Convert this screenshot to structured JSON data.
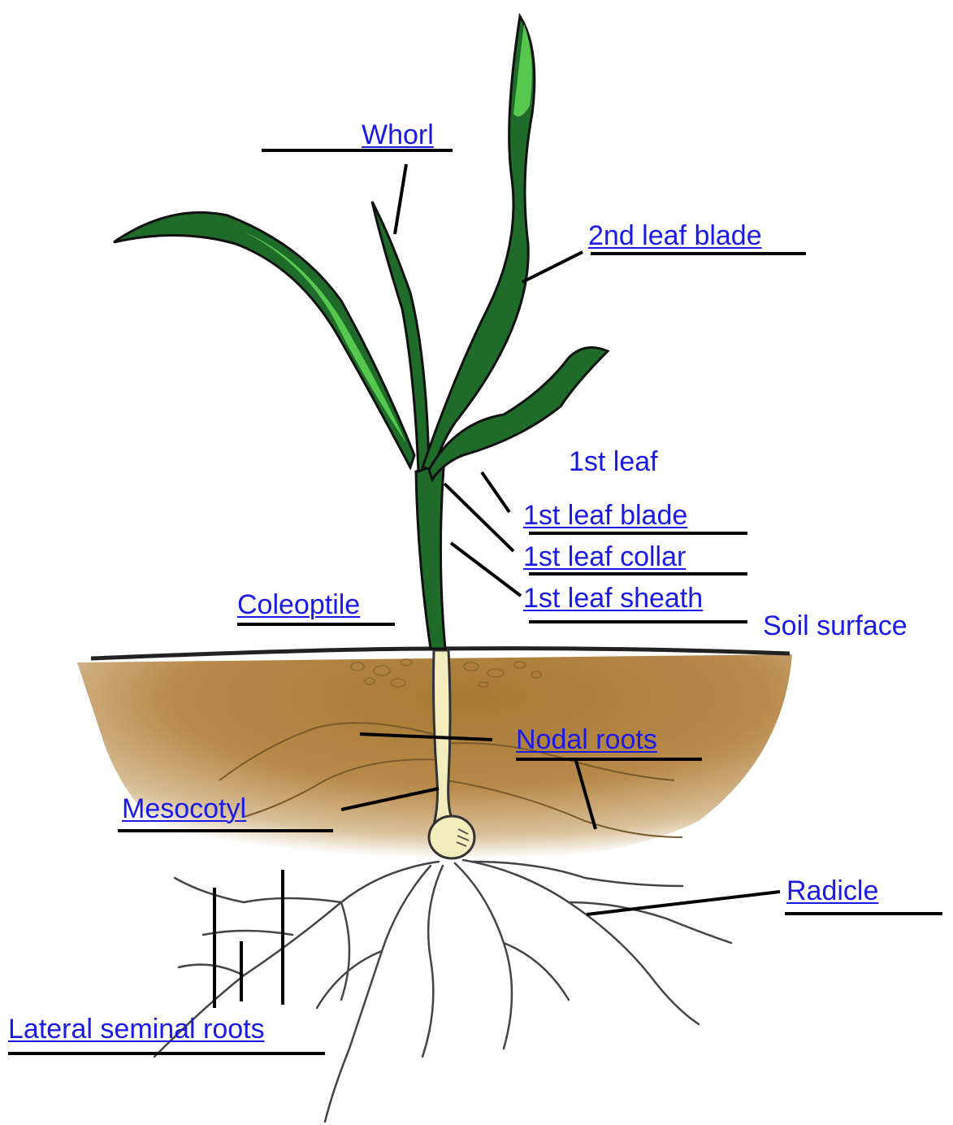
{
  "colors": {
    "label": "#1a1ae6",
    "leaf_dark": "#1f6b2a",
    "leaf_light": "#56c84e",
    "soil": "#a77a33",
    "mesocotyl": "#f3ecbd",
    "leader_line": "#000000"
  },
  "labels": {
    "whorl": "Whorl",
    "second_leaf_blade": "2nd leaf blade",
    "first_leaf": "1st leaf",
    "first_leaf_blade": "1st leaf blade",
    "first_leaf_collar": "1st leaf collar",
    "first_leaf_sheath": "1st leaf sheath",
    "coleoptile": "Coleoptile",
    "soil_surface": "Soil surface",
    "nodal_roots": "Nodal roots",
    "mesocotyl": "Mesocotyl",
    "radicle": "Radicle",
    "lateral_seminal_roots": "Lateral seminal roots"
  }
}
